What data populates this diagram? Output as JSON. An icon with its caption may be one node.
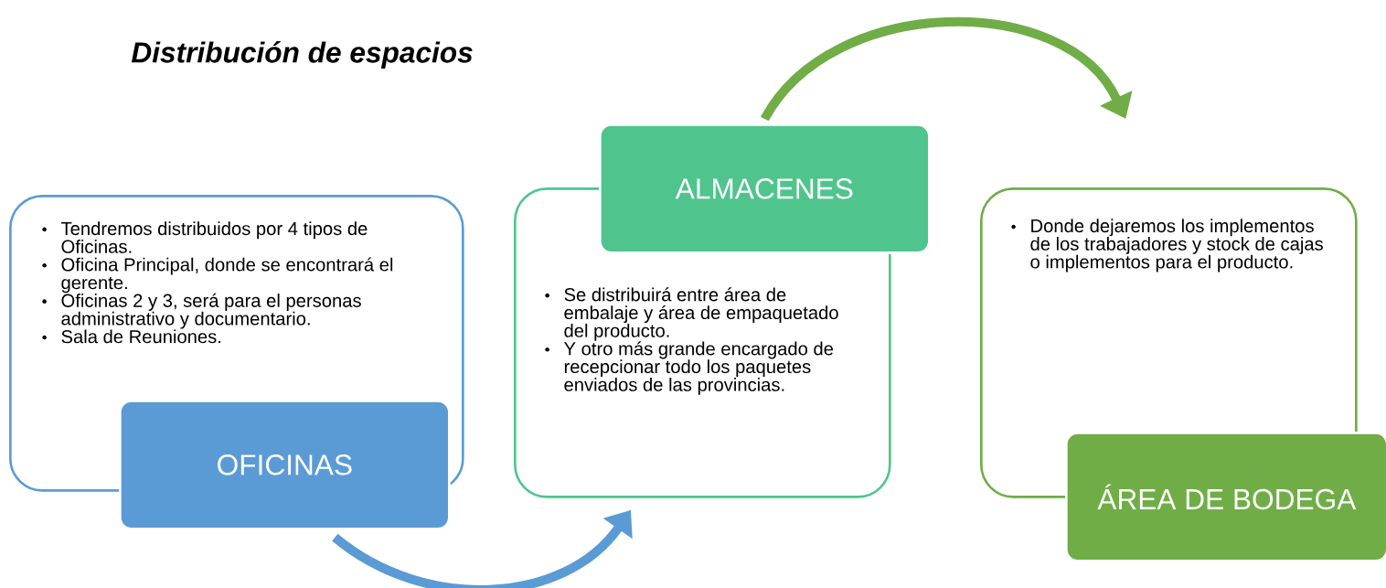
{
  "diagram": {
    "title": "Distribución de espacios",
    "nodes": [
      {
        "text": [
          "Tendremos distribuidos por 4 tipos de Oficinas.",
          "Oficina Principal, donde se encontrará el gerente.",
          "Oficinas 2 y 3, será para el personas administrativo y documentario.",
          "Sala de Reuniones."
        ]
      },
      {
        "text": [
          "OFICINAS"
        ]
      },
      {
        "text": [
          "ALMACENES"
        ]
      },
      {
        "text": [
          "Se distribuirá entre área de embalaje y área de empaquetado del producto.",
          "Y otro más grande encargado de recepcionar todo los paquetes enviados de las provincias."
        ]
      },
      {
        "text": [
          "Donde dejaremos los implementos de los trabajadores y stock de cajas o implementos para el producto."
        ]
      },
      {
        "text": [
          "ÁREA DE BODEGA"
        ]
      }
    ],
    "edges": [
      {
        "from": 1,
        "to": 3,
        "arrow": "to",
        "color": "#5b9bd5"
      },
      {
        "from": 2,
        "to": 4,
        "arrow": "to",
        "color": "#70ad47"
      }
    ]
  }
}
